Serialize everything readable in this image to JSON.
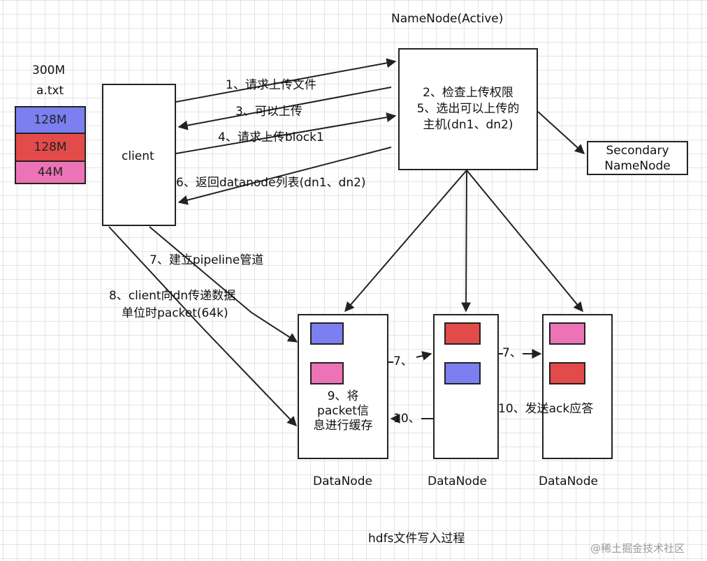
{
  "title": "hdfs文件写入过程",
  "watermark": "@稀土掘金技术社区",
  "file": {
    "size": "300M",
    "name": "a.txt",
    "segments": [
      {
        "label": "128M",
        "color": "#7b7ff0"
      },
      {
        "label": "128M",
        "color": "#e34a4a"
      },
      {
        "label": "44M",
        "color": "#ec74b6"
      }
    ]
  },
  "client": {
    "label": "client"
  },
  "namenode": {
    "title": "NameNode(Active)",
    "text_lines": [
      "2、检查上传权限",
      "5、选出可以上传的",
      "主机(dn1、dn2)"
    ]
  },
  "secondary": {
    "lines": [
      "Secondary",
      "NameNode"
    ]
  },
  "datanodes": [
    {
      "label": "DataNode",
      "note_lines": [
        "9、将",
        "packet信",
        "息进行缓存"
      ]
    },
    {
      "label": "DataNode"
    },
    {
      "label": "DataNode",
      "note": "10、发送ack应答"
    }
  ],
  "steps": {
    "s1": "1、请求上传文件",
    "s3": "3、可以上传",
    "s4": "4、请求上传block1",
    "s6": "6、返回datanode列表(dn1、dn2)",
    "s7": "7、建立pipeline管道",
    "s8_line1": "8、client向dn传递数据",
    "s8_line2": "单位时packet(64k)",
    "pipe7a": "7、",
    "pipe7b": "7、",
    "ack10": "10、"
  },
  "colors": {
    "blue": "#7b7ff0",
    "red": "#e34a4a",
    "pink": "#ec74b6",
    "stroke": "#222222"
  }
}
